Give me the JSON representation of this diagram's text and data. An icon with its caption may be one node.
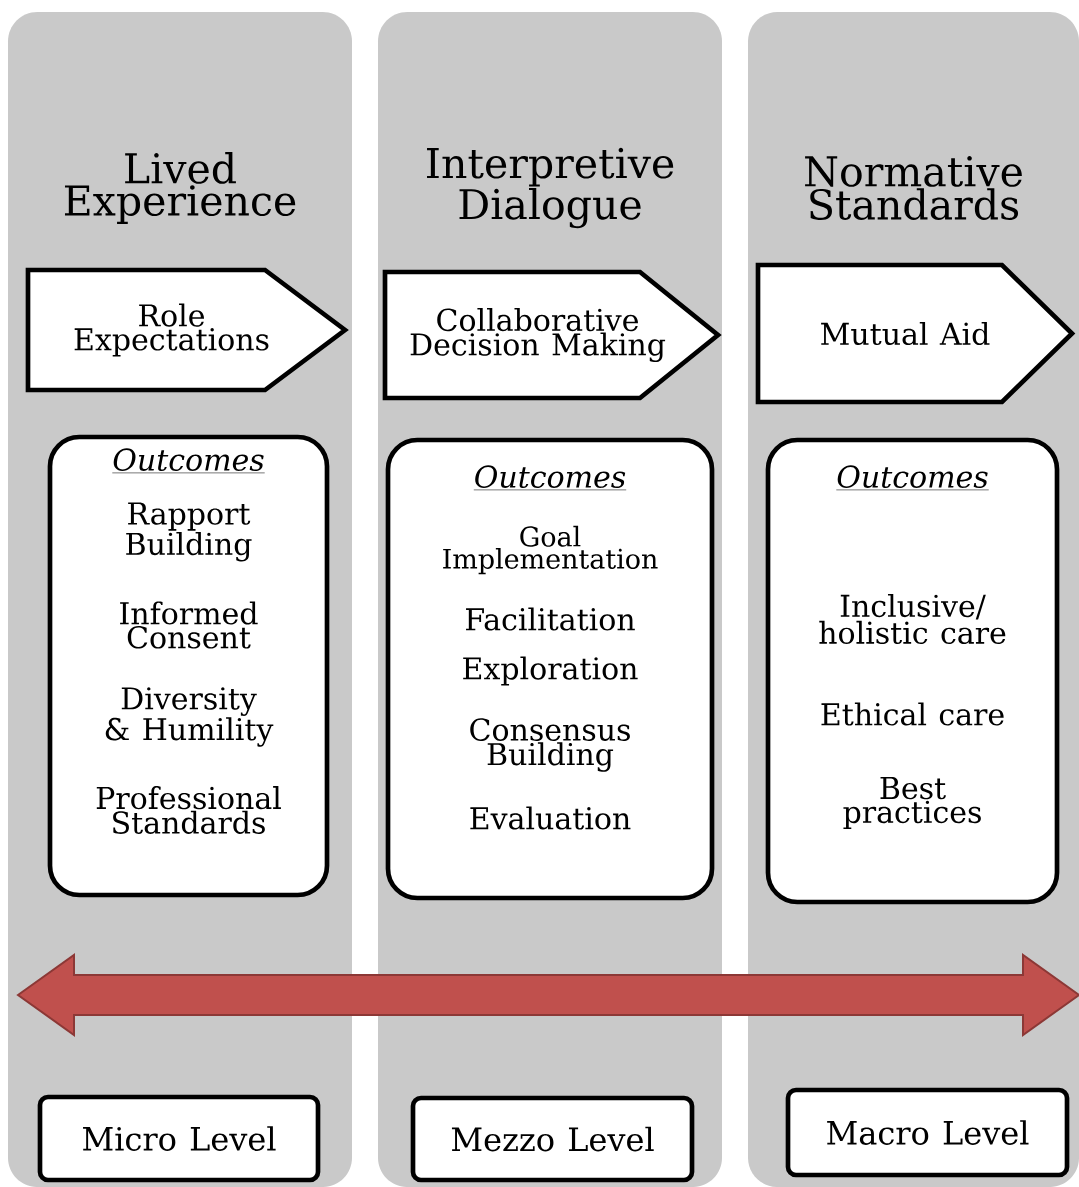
{
  "diagram": {
    "nodes": [
      {
        "text": [
          "Lived Experience"
        ]
      },
      {
        "text": [
          "Role Expectations"
        ],
        "in": 0
      },
      {
        "text": [
          "Outcomes",
          "Rapport Building",
          "Informed Consent",
          "Diversity & Humility",
          "Professional Standards"
        ],
        "in": 0
      },
      {
        "text": [
          "Micro Level"
        ],
        "in": 0
      },
      {
        "text": [
          "Interpretive Dialogue"
        ]
      },
      {
        "text": [
          "Collaborative Decision Making"
        ],
        "in": 4
      },
      {
        "text": [
          "Outcomes",
          "Goal Implementation",
          "Facilitation",
          "Exploration",
          "Consensus Building",
          "Evaluation"
        ],
        "in": 4
      },
      {
        "text": [
          "Mezzo Level"
        ],
        "in": 4
      },
      {
        "text": [
          "Normative Standards"
        ]
      },
      {
        "text": [
          "Mutual Aid"
        ],
        "in": 8
      },
      {
        "text": [
          "Outcomes",
          "Inclusive/ holistic care",
          "Ethical care",
          "Best practices"
        ],
        "in": 8
      },
      {
        "text": [
          "Macro Level"
        ],
        "in": 8
      }
    ]
  }
}
